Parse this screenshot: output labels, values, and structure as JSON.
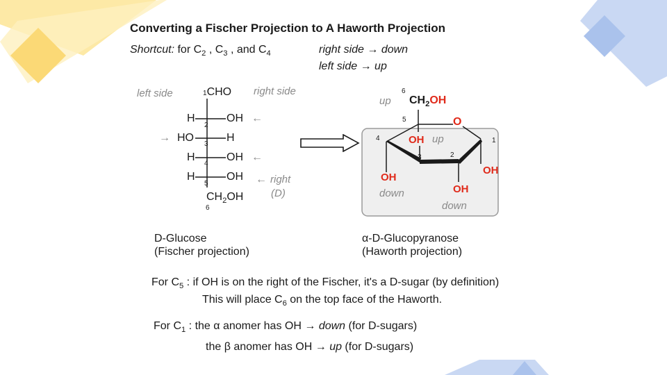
{
  "colors": {
    "deco_yellow": "#fde9a6",
    "deco_yellow_dark": "#fbd976",
    "deco_blue": "#c9d8f3",
    "deco_blue_dark": "#aac2ec",
    "oh_red": "#e02a1a",
    "label_gray": "#8a8a8a"
  },
  "title": "Converting a Fischer Projection to A Haworth Projection",
  "shortcut": {
    "label": "Shortcut:",
    "text": "for C",
    "c2_sub": "2",
    "c3": " , C",
    "c3_sub": "3",
    "and": " , and C",
    "c4_sub": "4"
  },
  "mnemonic": {
    "right_side": "right side",
    "down": "down",
    "left_side": "left side",
    "up": "up",
    "arrow": "→"
  },
  "fischer": {
    "left_side_label": "left side",
    "right_side_label": "right side",
    "c1_num": "1",
    "c1_group": "CHO",
    "rows": [
      {
        "left": "H",
        "num": "2",
        "right": "OH"
      },
      {
        "left": "HO",
        "num": "3",
        "right": "H"
      },
      {
        "left": "H",
        "num": "4",
        "right": "OH"
      },
      {
        "left": "H",
        "num": "5",
        "right": "OH"
      }
    ],
    "c6_group": "CH",
    "c6_sub": "2",
    "c6_oh": "OH",
    "c6_num": "6",
    "right_label": "right",
    "d_label": "(D)",
    "arrow_left": "←",
    "arrow_right": "→"
  },
  "haworth": {
    "up_top": "up",
    "c6_num": "6",
    "ch2": "CH",
    "ch2_sub": "2",
    "ch2_oh": "OH",
    "c5_num": "5",
    "ring_o": "O",
    "c4_num": "4",
    "c3_num": "3",
    "c2_num": "2",
    "c1_num": "1",
    "oh3": "OH",
    "up_mid": "up",
    "oh1": "OH",
    "oh4": "OH",
    "down_left": "down",
    "oh2": "OH",
    "down_right": "down"
  },
  "captions": {
    "left_name": "D-Glucose",
    "left_sub": "(Fischer projection)",
    "right_alpha": "α",
    "right_name": "-D-Glucopyranose",
    "right_sub": "(Haworth projection)"
  },
  "rules": {
    "c5_pre": "For C",
    "c5_sub": "5",
    "c5_text": "  : if OH is on the right of the Fischer, it's a D-sugar (by definition)",
    "c6_line_pre": "This will place C",
    "c6_sub": "6",
    "c6_line_post": " on the top face of the Haworth.",
    "c1_pre": "For C",
    "c1_sub": "1",
    "c1_text": " : the ",
    "alpha": "α",
    "c1_mid": " anomer has OH",
    "arrow": "→",
    "down": "down",
    "c1_end": " (for D-sugars)",
    "beta_pre": "the ",
    "beta": "β",
    "beta_mid": " anomer has OH",
    "beta_arrow": "→",
    "up": "up",
    "beta_end": "  (for D-sugars)"
  }
}
